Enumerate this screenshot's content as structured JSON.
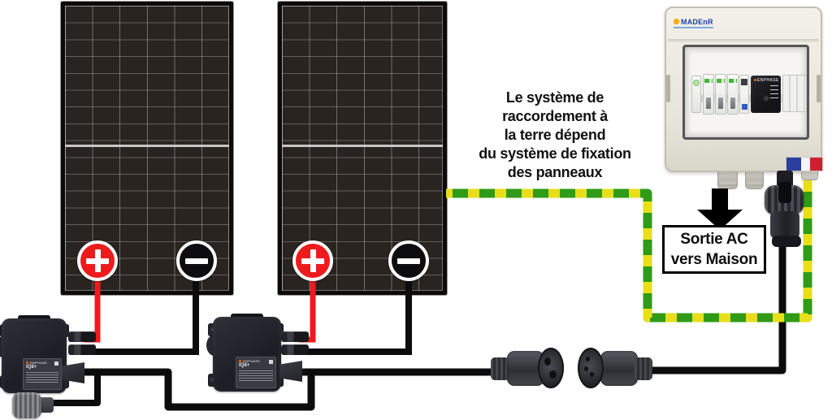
{
  "annotation": {
    "text": "Le système de\nraccordement à\nla terre dépend\ndu système de fixation\ndes panneaux"
  },
  "ac_output_label": {
    "text": "Sortie AC\nvers Maison"
  },
  "microinverter": {
    "brand": "ENPHASE",
    "model": "IQ8+"
  },
  "ac_box": {
    "brand": "MADEnR",
    "relay_label": "ENPHASE"
  },
  "panel_terminals": {
    "positive": "+",
    "negative": "−"
  },
  "colors": {
    "positive_red": "#ee1b1d",
    "cable_black": "#0c0c0c",
    "ground_green": "#2f9b17",
    "ground_yellow": "#e9de1b",
    "box_cream": "#eae7de",
    "flag_blue": "#2b3f9e",
    "flag_red": "#cf2030"
  }
}
